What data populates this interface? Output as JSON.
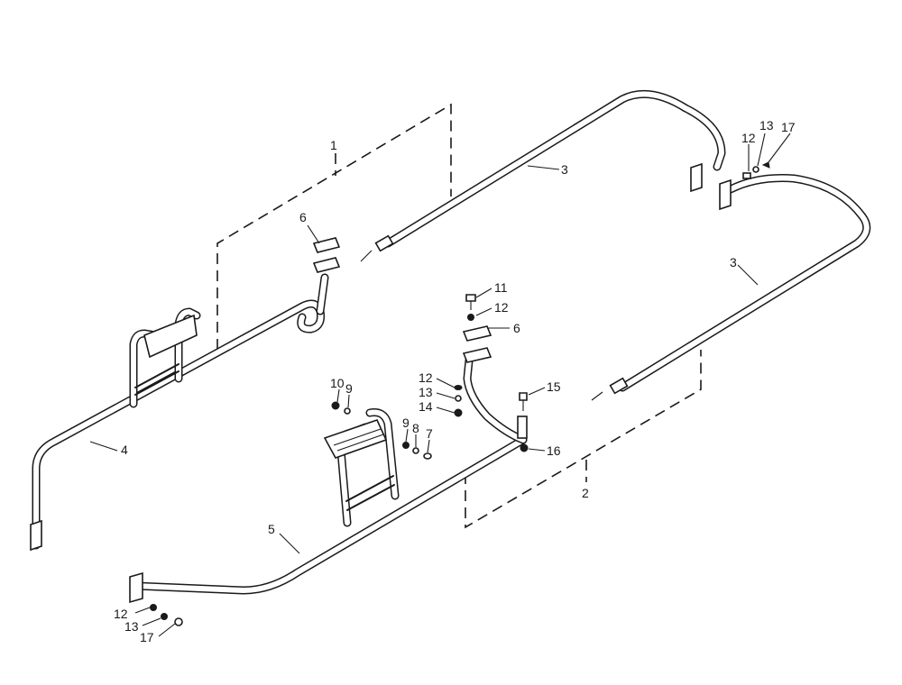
{
  "diagram": {
    "callouts": {
      "c1": "1",
      "c2": "2",
      "c3a": "3",
      "c3b": "3",
      "c4": "4",
      "c5": "5",
      "c6a": "6",
      "c6b": "6",
      "c7": "7",
      "c8": "8",
      "c9a": "9",
      "c9b": "9",
      "c10": "10",
      "c11": "11",
      "c12a": "12",
      "c12b": "12",
      "c12c": "12",
      "c12d": "12",
      "c13a": "13",
      "c13b": "13",
      "c13c": "13",
      "c14": "14",
      "c15": "15",
      "c16": "16",
      "c17a": "17",
      "c17b": "17"
    },
    "colors": {
      "ink": "#1a1a1a",
      "paper": "#ffffff"
    }
  }
}
